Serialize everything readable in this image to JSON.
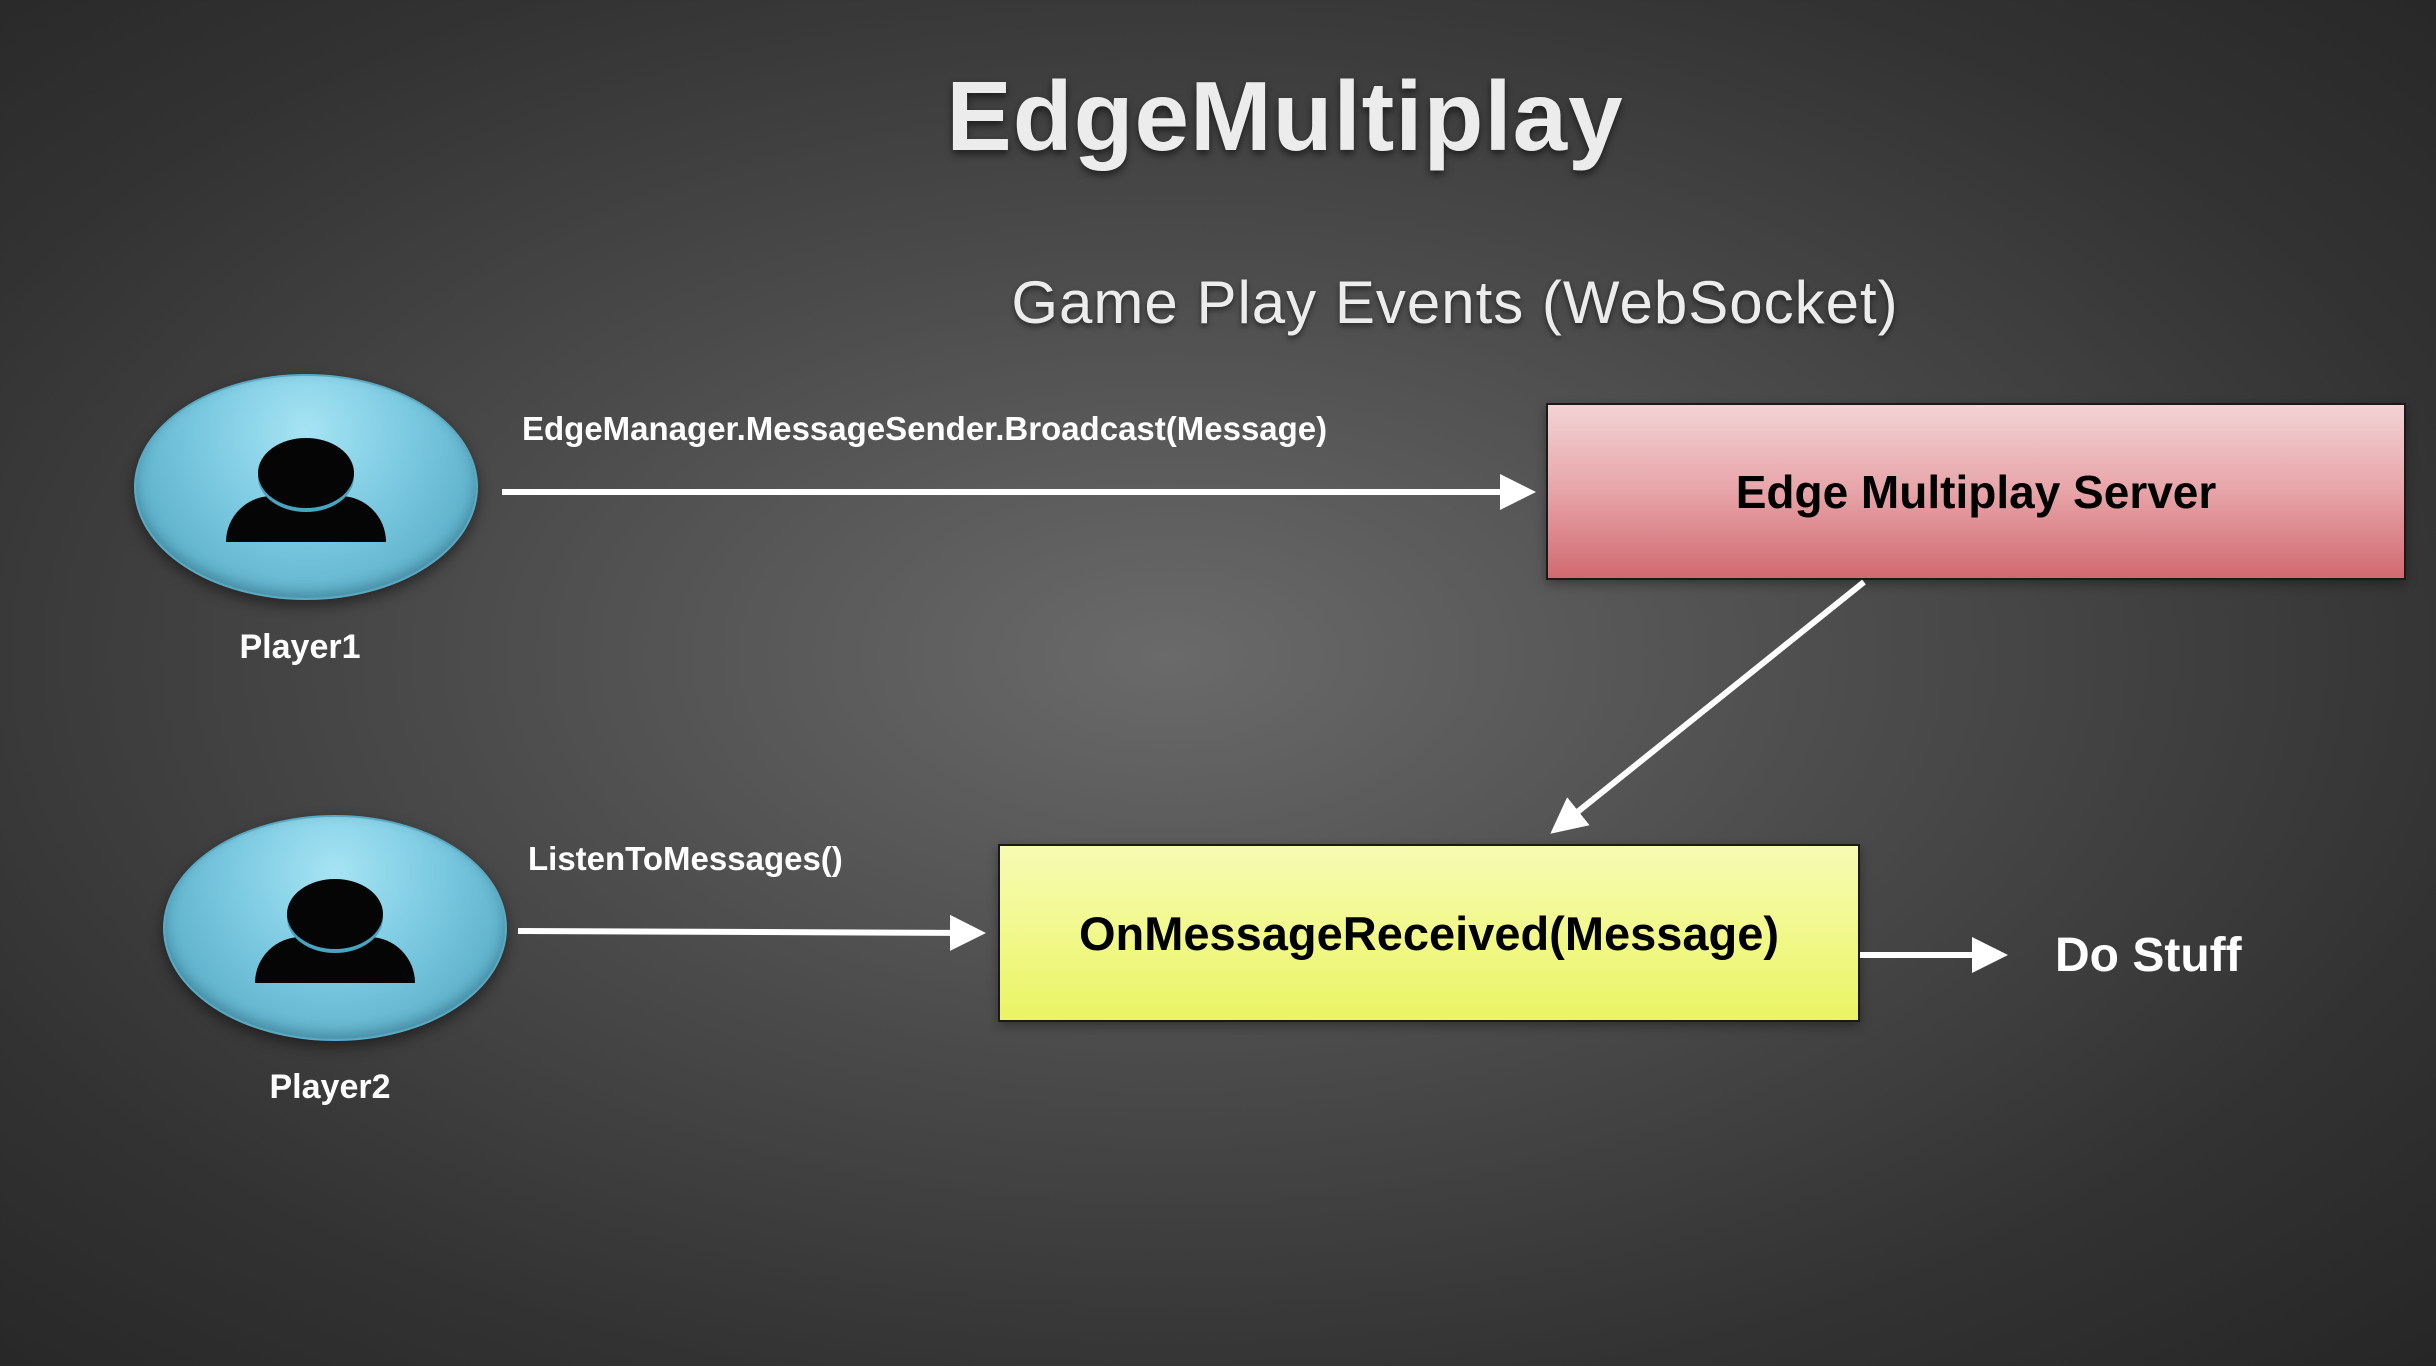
{
  "title": "EdgeMultiplay",
  "subtitle": "Game Play Events (WebSocket)",
  "players": [
    {
      "label": "Player1"
    },
    {
      "label": "Player2"
    }
  ],
  "arrows": {
    "broadcast_label": "EdgeManager.MessageSender.Broadcast(Message)",
    "listen_label": "ListenToMessages()"
  },
  "boxes": {
    "server": "Edge Multiplay Server",
    "handler": "OnMessageReceived(Message)"
  },
  "output": "Do Stuff",
  "colors": {
    "server_box": "#e7a4a8",
    "handler_box": "#f1f888",
    "avatar": "#79c8e0",
    "arrow": "#ffffff"
  }
}
